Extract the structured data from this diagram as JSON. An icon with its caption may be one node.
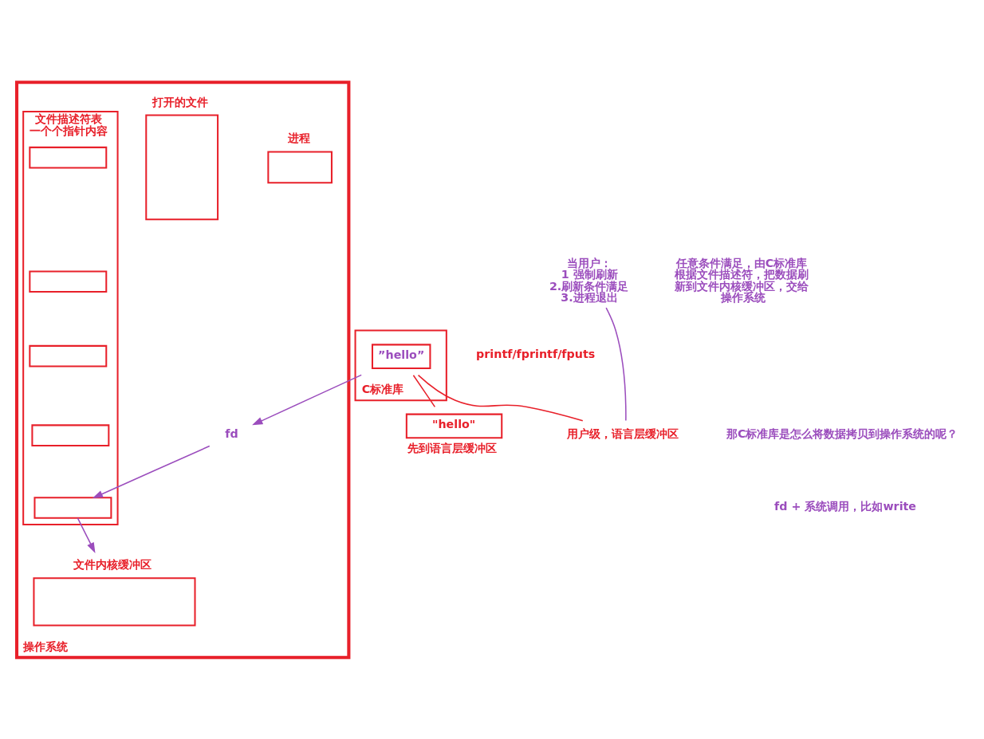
{
  "diagram": {
    "nodes": [
      {
        "text": [
          "操作系统"
        ]
      },
      {
        "text": [
          "C标准库"
        ]
      },
      {
        "text": [
          "”hello”"
        ],
        "in": 1
      },
      {
        "text": [
          "\"hello\""
        ],
        "beside": [
          "先到语言层缓冲区"
        ]
      },
      {
        "text": [
          "进程"
        ],
        "in": 0
      },
      {
        "text": [
          "文件描述符表",
          "一个个指针内容"
        ],
        "in": 0
      },
      {
        "text": [],
        "shape": "box",
        "in": 5
      },
      {
        "text": [],
        "shape": "box",
        "in": 5
      },
      {
        "text": [],
        "shape": "box",
        "in": 5
      },
      {
        "text": [],
        "shape": "box",
        "in": 5
      },
      {
        "text": [],
        "shape": "box",
        "in": 5
      },
      {
        "text": [
          "打开的文件"
        ],
        "in": 0
      },
      {
        "text": [
          "文件内核缓冲区"
        ],
        "in": 0
      },
      {
        "text": [
          "fd"
        ],
        "in": 0
      },
      {
        "text": [
          "用户级，语言层缓冲区"
        ]
      },
      {
        "text": [
          "当用户：",
          "1 强制刷新",
          "2.刷新条件满足",
          "3.进程退出"
        ]
      }
    ],
    "edges": [
      {
        "from": 15,
        "to": 14,
        "arrow": "none"
      },
      {
        "from": 14,
        "to": 2,
        "arrow": "none",
        "color": "#e8202a"
      },
      {
        "from": 2,
        "to": 3,
        "arrow": "none",
        "color": "#e8202a"
      },
      {
        "from": 2,
        "to": 13,
        "arrow": "to"
      },
      {
        "from": 13,
        "to": 10,
        "arrow": "to"
      },
      {
        "from": 10,
        "to": 12,
        "arrow": "to"
      }
    ],
    "labels": [
      "任意条件满足，由C标准库根据文件描述符，把数据刷新到文件内核缓冲区，交给操作系统",
      "printf/fprintf/fputs",
      "那C标准库是怎么将数据拷贝到操作系统的呢？",
      "fd + 系统调用，比如write"
    ]
  }
}
